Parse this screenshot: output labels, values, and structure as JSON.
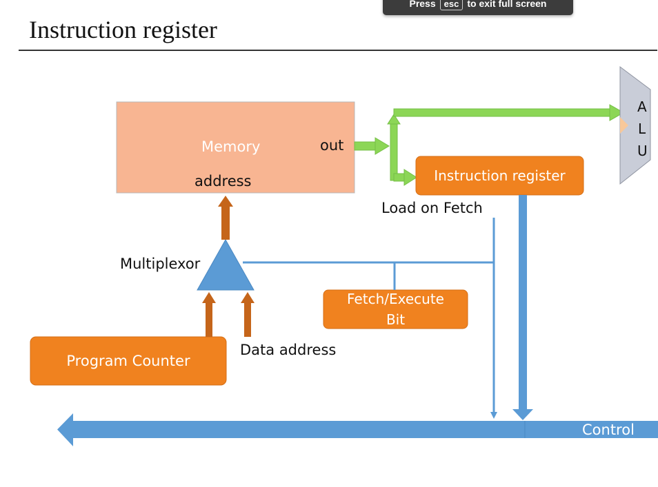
{
  "browser_toast": {
    "press": "Press",
    "key": "esc",
    "message": "to exit full screen"
  },
  "slide": {
    "title": "Instruction register"
  },
  "diagram": {
    "memory": {
      "label": "Memory",
      "out_label": "out",
      "address_label": "address"
    },
    "alu": {
      "letters": [
        "A",
        "L",
        "U"
      ]
    },
    "instruction_register": {
      "label": "Instruction register"
    },
    "load_on_fetch": "Load on Fetch",
    "multiplexor": "Multiplexor",
    "fetch_execute_bit": {
      "line1": "Fetch/Execute",
      "line2": "Bit"
    },
    "program_counter": "Program Counter",
    "data_address": "Data address",
    "control": "Control"
  },
  "colors": {
    "memory_fill": "#f8b592",
    "orange_fill": "#f0821f",
    "green_arrow": "#8cd656",
    "blue": "#5b9bd5",
    "brown_arrow": "#c5651a",
    "alu_fill": "#c9cdd8"
  }
}
